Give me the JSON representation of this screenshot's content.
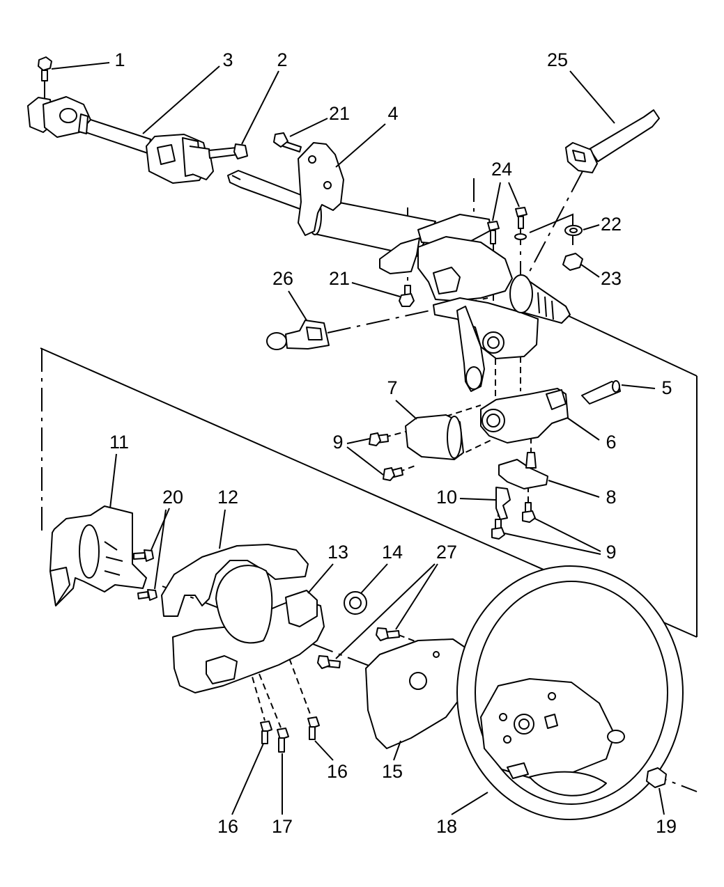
{
  "callouts": [
    {
      "label": "1"
    },
    {
      "label": "3"
    },
    {
      "label": "2"
    },
    {
      "label": "25"
    },
    {
      "label": "21"
    },
    {
      "label": "4"
    },
    {
      "label": "24"
    },
    {
      "label": "22"
    },
    {
      "label": "26"
    },
    {
      "label": "21"
    },
    {
      "label": "23"
    },
    {
      "label": "7"
    },
    {
      "label": "5"
    },
    {
      "label": "11"
    },
    {
      "label": "9"
    },
    {
      "label": "6"
    },
    {
      "label": "20"
    },
    {
      "label": "12"
    },
    {
      "label": "10"
    },
    {
      "label": "8"
    },
    {
      "label": "13"
    },
    {
      "label": "14"
    },
    {
      "label": "27"
    },
    {
      "label": "9"
    },
    {
      "label": "16"
    },
    {
      "label": "15"
    },
    {
      "label": "16"
    },
    {
      "label": "17"
    },
    {
      "label": "18"
    },
    {
      "label": "19"
    }
  ]
}
